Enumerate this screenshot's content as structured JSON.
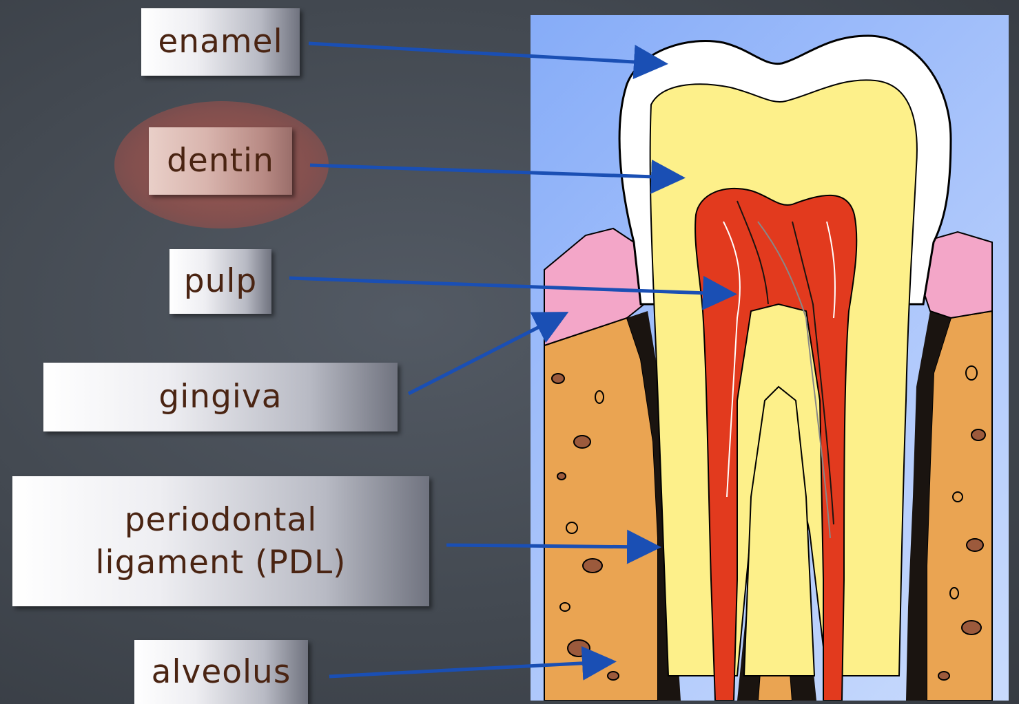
{
  "labels": {
    "enamel": "enamel",
    "dentin": "dentin",
    "pulp": "pulp",
    "gingiva": "gingiva",
    "pdl_line1": "periodontal",
    "pdl_line2": "ligament (PDL)",
    "alveolus": "alveolus"
  },
  "colors": {
    "background": "#464c55",
    "arrow": "#1a4fb4",
    "label_text": "#4a2412",
    "enamel": "#ffffff",
    "dentin": "#fdf08a",
    "pulp": "#e23a1e",
    "gingiva": "#f3a6c8",
    "bone": "#eaa452",
    "pdl": "#1a1410",
    "highlight": "#a85a52"
  }
}
